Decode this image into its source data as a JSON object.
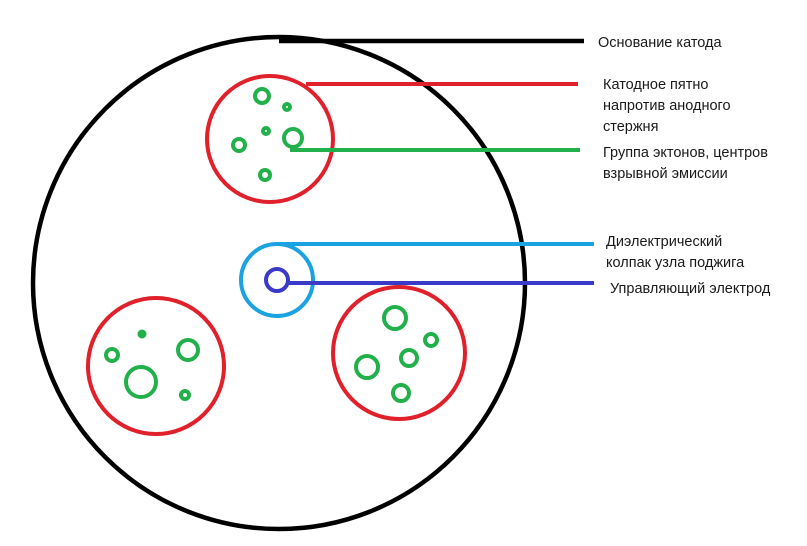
{
  "labels": {
    "cathode_base": "Основание катода",
    "cathode_spot": [
      "Катодное пятно",
      "напротив анодного",
      "стержня"
    ],
    "ecton_group": [
      "Группа эктонов, центров",
      "взрывной эмиссии"
    ],
    "dielectric_cap": [
      "Диэлектрический",
      "колпак узла поджига"
    ],
    "control_electrode": "Управляющий электрод"
  },
  "colors": {
    "cathode_base": "#000000",
    "cathode_spot": "#e0202a",
    "ecton": "#22b04a",
    "dielectric_cap": "#1aa3e0",
    "control_electrode": "#3a3ac8"
  }
}
